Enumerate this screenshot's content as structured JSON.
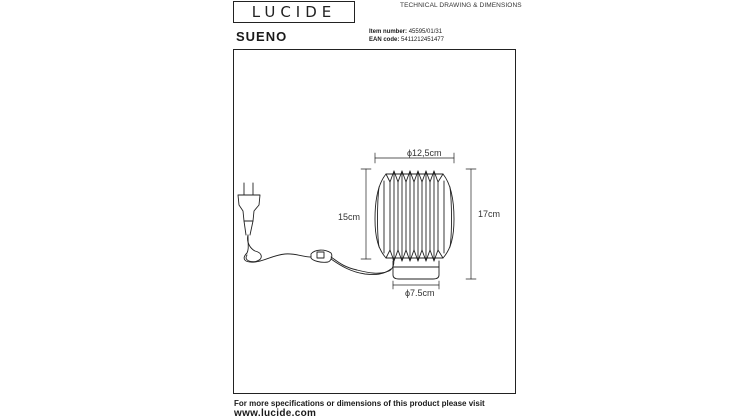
{
  "header": {
    "brand": "LUCIDE",
    "drawing_title": "TECHNICAL DRAWING & DIMENSIONS",
    "product_name": "SUENO",
    "item_number_label": "Item number:",
    "item_number_value": "45595/01/31",
    "ean_label": "EAN code:",
    "ean_value": "5411212451477"
  },
  "dimensions": {
    "top_diameter": "ϕ12,5cm",
    "shade_height": "15cm",
    "total_height": "17cm",
    "base_diameter": "ϕ7.5cm"
  },
  "footer": {
    "note": "For more specifications or dimensions of this product please visit",
    "url": "www.lucide.com"
  },
  "colors": {
    "line": "#222222",
    "text": "#1a1a1a"
  }
}
